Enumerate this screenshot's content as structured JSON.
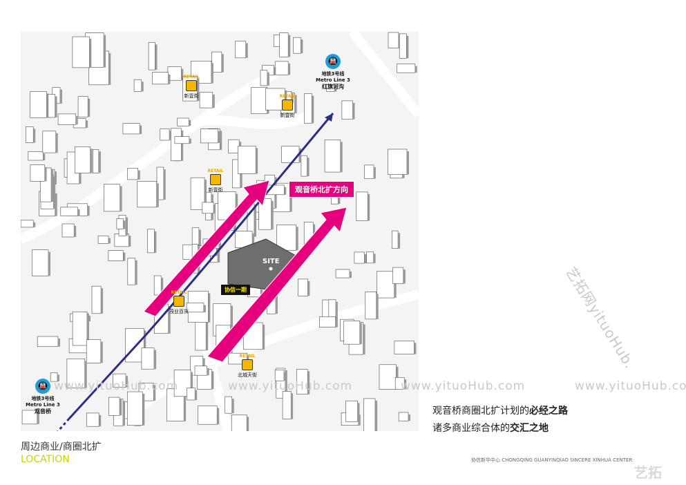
{
  "direction_tag": "观音桥北扩方向",
  "site_label": "SITE",
  "project_label": "协信一期",
  "retail_caption": "RETAIL",
  "retail_pins": [
    {
      "street": "新壹街"
    },
    {
      "street": "新壹街"
    },
    {
      "street": "新壹街"
    },
    {
      "street": "茂业百货"
    },
    {
      "street": "北城天街"
    }
  ],
  "metro_north": {
    "line_cn": "地铁3号线",
    "line_en": "Metro Line 3",
    "station": "红旗河沟"
  },
  "metro_south": {
    "line_cn": "地铁3号线",
    "line_en": "Metro Line 3",
    "station": "观音桥"
  },
  "caption": {
    "line1_plain": "观音桥商圈北扩计划的",
    "line1_bold": "必经之路",
    "line2_plain": "诸多商业综合体的",
    "line2_bold": "交汇之地"
  },
  "section_title_cn": "周边商业/商圈北扩",
  "section_title_en": "LOCATION",
  "footer": "协信新华中心 CHONGQING  GUANYINQIAO SINCERE XINHUA CENTER",
  "watermarks": [
    "www.yituoHub.com",
    "www.yituoHub.com",
    "www.yituoHub.com",
    "www.yituoHub.com"
  ],
  "side_watermark": "艺拓网yituoHub.",
  "corner_logo": "艺拓",
  "colors": {
    "arrow_pink": "#e6007e",
    "metro_blue": "#2b2d86",
    "accent_yellow": "#c8d400",
    "retail_gold": "#f3b700"
  }
}
